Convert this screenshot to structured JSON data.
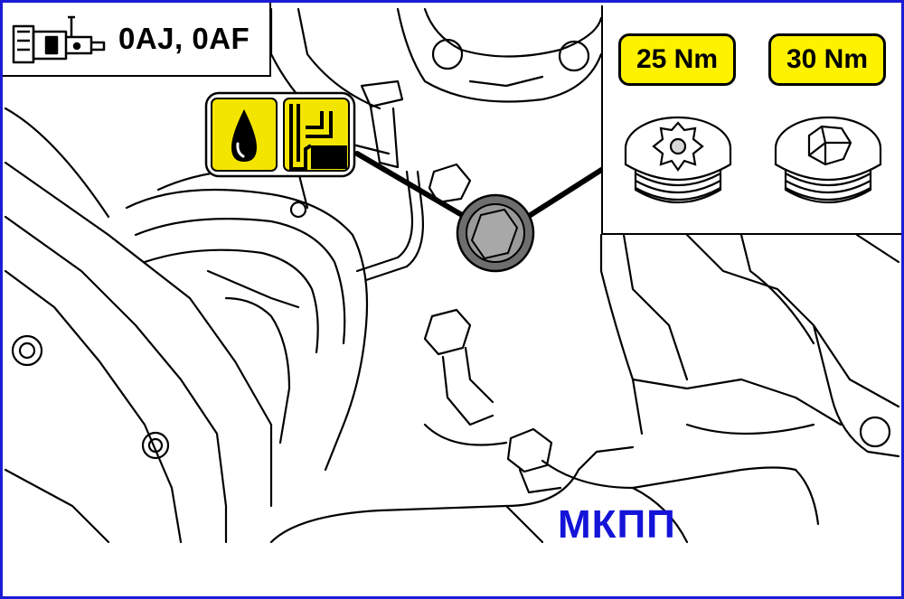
{
  "gearbox_codes": "0AJ, 0AF",
  "torque_left": "25 Nm",
  "torque_right": "30 Nm",
  "transmission_label": "МКПП",
  "colors": {
    "frame": "#1c1cd4",
    "badge_fill": "#fff200",
    "label_text": "#1414d8",
    "oil_icon_bg": "#f4e500"
  },
  "icons": {
    "gearbox": "gearbox-icon",
    "oil": "oil-drop-icon",
    "fill_level": "fill-level-icon",
    "plug_torx": "torx-plug-icon",
    "plug_hex": "hex-plug-icon"
  }
}
